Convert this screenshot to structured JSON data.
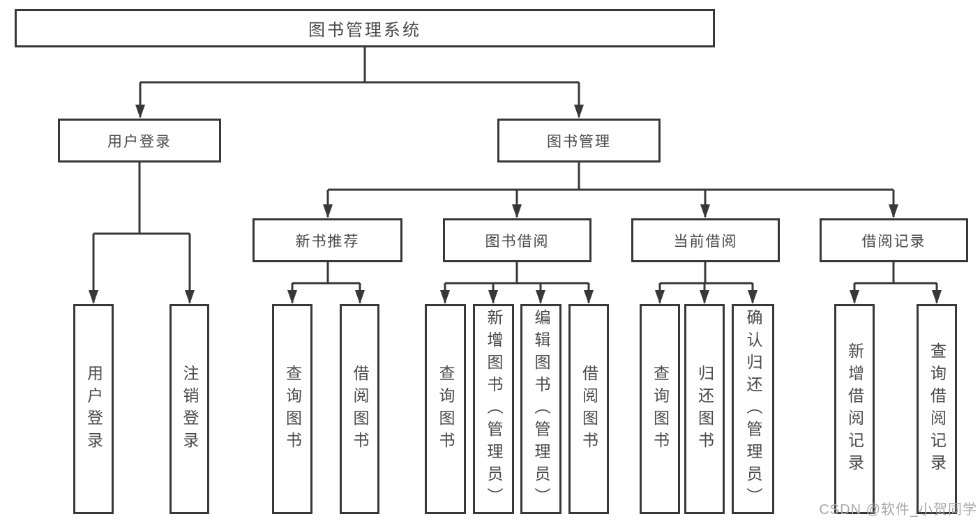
{
  "diagram": {
    "title_node": "图书管理系统",
    "colors": {
      "line": "#383838",
      "box_border": "#383838",
      "text": "#4a4a4a",
      "watermark": "#a8a8a8",
      "background": "#ffffff"
    },
    "nodes": {
      "root": {
        "label": "图书管理系统"
      },
      "user_login": {
        "label": "用户登录"
      },
      "book_management": {
        "label": "图书管理"
      },
      "new_book_recommend": {
        "label": "新书推荐"
      },
      "book_borrow": {
        "label": "图书借阅"
      },
      "current_borrow": {
        "label": "当前借阅"
      },
      "borrow_records": {
        "label": "借阅记录"
      },
      "leaf_user_login": {
        "label": "用户登录"
      },
      "leaf_logout": {
        "label": "注销登录"
      },
      "leaf_query_book_recommend": {
        "label": "查询图书"
      },
      "leaf_borrow_book_recommend": {
        "label": "借阅图书"
      },
      "leaf_query_book_borrow": {
        "label": "查询图书"
      },
      "leaf_add_book_admin": {
        "label": "新增图书（管理员）"
      },
      "leaf_edit_book_admin": {
        "label": "编辑图书（管理员）"
      },
      "leaf_borrow_book_borrow": {
        "label": "借阅图书"
      },
      "leaf_query_book_current": {
        "label": "查询图书"
      },
      "leaf_return_book": {
        "label": "归还图书"
      },
      "leaf_confirm_return_admin": {
        "label": "确认归还（管理员）"
      },
      "leaf_add_borrow_record": {
        "label": "新增借阅记录"
      },
      "leaf_query_borrow_record": {
        "label": "查询借阅记录"
      }
    }
  },
  "watermark": "CSDN @软件_小贺同学"
}
